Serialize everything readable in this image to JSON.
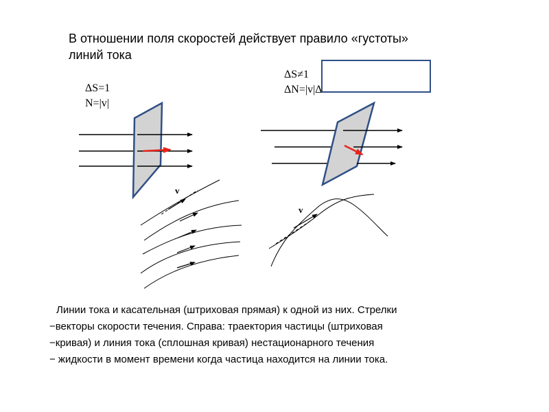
{
  "title": {
    "line1": "В отношении поля скоростей действует правило «густоты»",
    "line2": "линий тока"
  },
  "left_formula": {
    "line1": "ΔS=1",
    "line2": "N=|v|"
  },
  "right_formula": {
    "line1": "ΔS≠1",
    "line2": "ΔN=|v|ΔS=v·ΔS"
  },
  "velocity_label_1": "v",
  "velocity_label_2": "v",
  "caption": {
    "line1": "Линии тока и касательная (штриховая прямая) к одной из них. Стрелки",
    "line2": "−векторы скорости течения. Справа: траектория частицы (штриховая",
    "line3": "−кривая) и линия  тока (сплошная кривая) нестационарного течения",
    "line4": "− жидкости в момент времени когда частица находится на линии тока."
  },
  "colors": {
    "plate_fill": "#d3d3d3",
    "plate_stroke": "#2f4f86",
    "arrow_red": "#e8231a",
    "box_border": "#2f4f86"
  }
}
